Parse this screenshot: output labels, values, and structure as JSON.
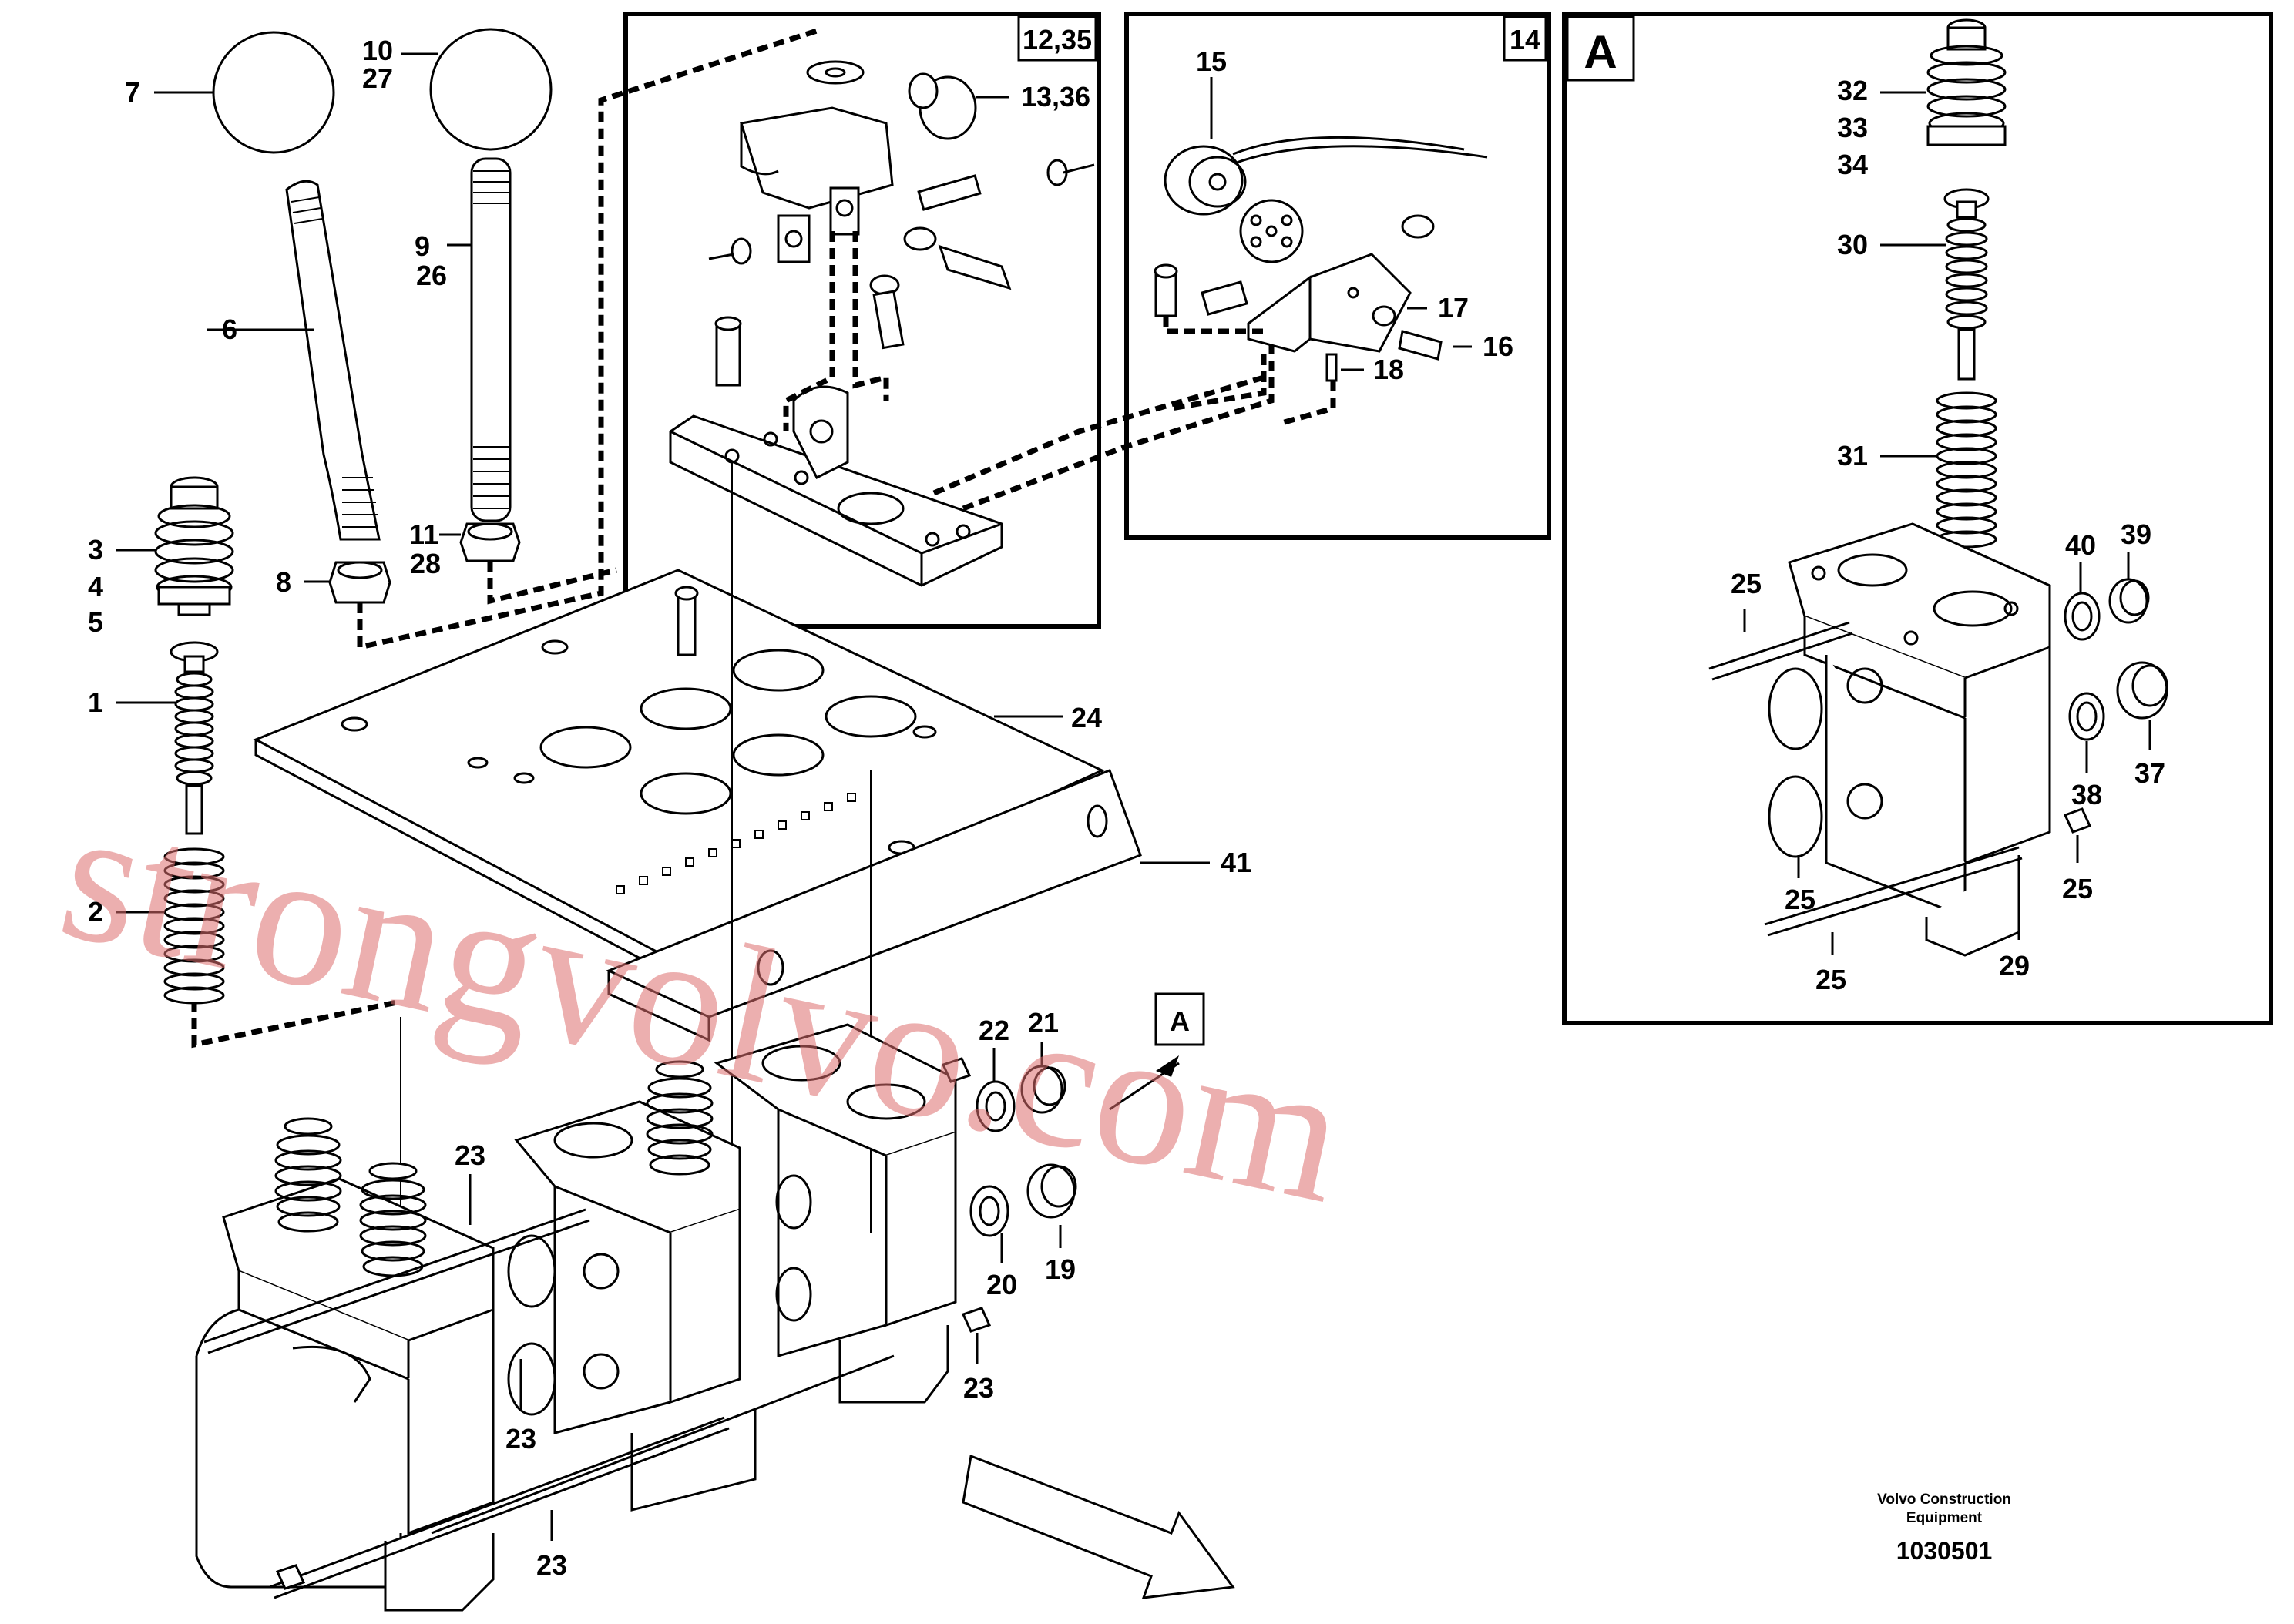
{
  "callouts": {
    "c7": "7",
    "c10": "10",
    "c27": "27",
    "c9": "9",
    "c26": "26",
    "c6": "6",
    "c8": "8",
    "c11": "11",
    "c28": "28",
    "c3": "3",
    "c4": "4",
    "c5": "5",
    "c1": "1",
    "c2": "2",
    "c12_35": "12,35",
    "c13_36": "13,36",
    "c14": "14",
    "c15": "15",
    "c16": "16",
    "c17": "17",
    "c18": "18",
    "c24": "24",
    "c41": "41",
    "c21": "21",
    "c22": "22",
    "c19": "19",
    "c20": "20",
    "c23a": "23",
    "c23b": "23",
    "c23c": "23",
    "c23d": "23",
    "cA_small": "A",
    "cA_box": "A",
    "c32": "32",
    "c33": "33",
    "c34": "34",
    "c30": "30",
    "c31": "31",
    "c40": "40",
    "c39": "39",
    "c38": "38",
    "c37": "37",
    "c25a": "25",
    "c25b": "25",
    "c25c": "25",
    "c25d": "25",
    "c29": "29"
  },
  "footer": {
    "company_line1": "Volvo Construction",
    "company_line2": "Equipment",
    "drawing_number": "1030501"
  },
  "watermark": "strongvolvo.com"
}
